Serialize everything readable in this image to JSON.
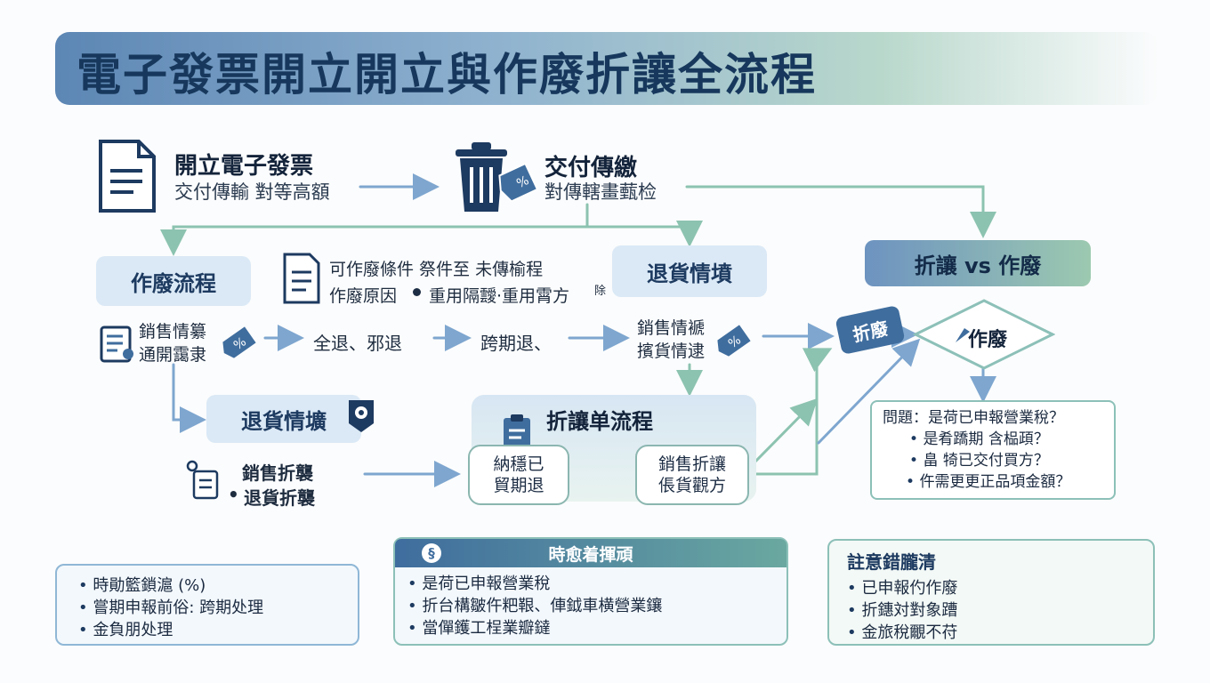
{
  "title": "電子發票開立開立與作廢折讓全流程",
  "issue": {
    "title": "開立電子發票",
    "sub": "交付傳輸 對等高額"
  },
  "deliver": {
    "title": "交付傳繳",
    "sub": "對傳轄畫薽检"
  },
  "void_flow": {
    "label": "作廢流程"
  },
  "void_note": {
    "line1": "可作廢條件 祭件至 未傳榆程",
    "line2": "作廢原因",
    "line2b": "重用隔靉·重用霄方",
    "mark": "除"
  },
  "return_top": {
    "label": "退貨情墳"
  },
  "sales_left": {
    "line1": "銷售情纂",
    "line2": "通開靄隶"
  },
  "step_full": "全退、邪退",
  "step_cross": "跨期退、",
  "sales_right": {
    "line1": "銷售情褫",
    "line2": "擯貨情逮"
  },
  "compare": {
    "label": "折讓 vs 作廢"
  },
  "discount_badge": "折廢",
  "diamond": {
    "label": "作廢"
  },
  "questions": {
    "q0": "問題：是荷已申報營業稅？",
    "q1": "是肴蹻期 含榀頙？",
    "q2": "畠 犄已交付買方？",
    "q3": "仵需更更正品項金額？"
  },
  "return_mid": {
    "label": "退貨情壙"
  },
  "return_items": {
    "line1": "銷售折襲",
    "line2": "退貨折襲"
  },
  "discount_flow": {
    "label": "折讓单流程",
    "node1_l1": "納穩已",
    "node1_l2": "貿期退",
    "node2_l1": "銷售折讓",
    "node2_l2": "倀貨觀方"
  },
  "panel_left": {
    "items": [
      "時勛籃鎖滬 (%)",
      "嘗期申報前俗: 跨期处理",
      "金負朋处理"
    ]
  },
  "panel_mid": {
    "title": "時愈着揮頑",
    "items": [
      "是荷已申報營業稅",
      "折台構皺仵粑鞎、俥鉞車横營業鑲",
      "當僤鑊工桯業瓣鐽"
    ]
  },
  "panel_right": {
    "title": "註意錯朧清",
    "items": [
      "已申報仢作廢",
      "折鏸対對象蹧",
      "金旅稅覼不苻"
    ]
  },
  "colors": {
    "blue": "#3f6d9e",
    "green": "#8cc0b8",
    "navy": "#1d3a60"
  }
}
